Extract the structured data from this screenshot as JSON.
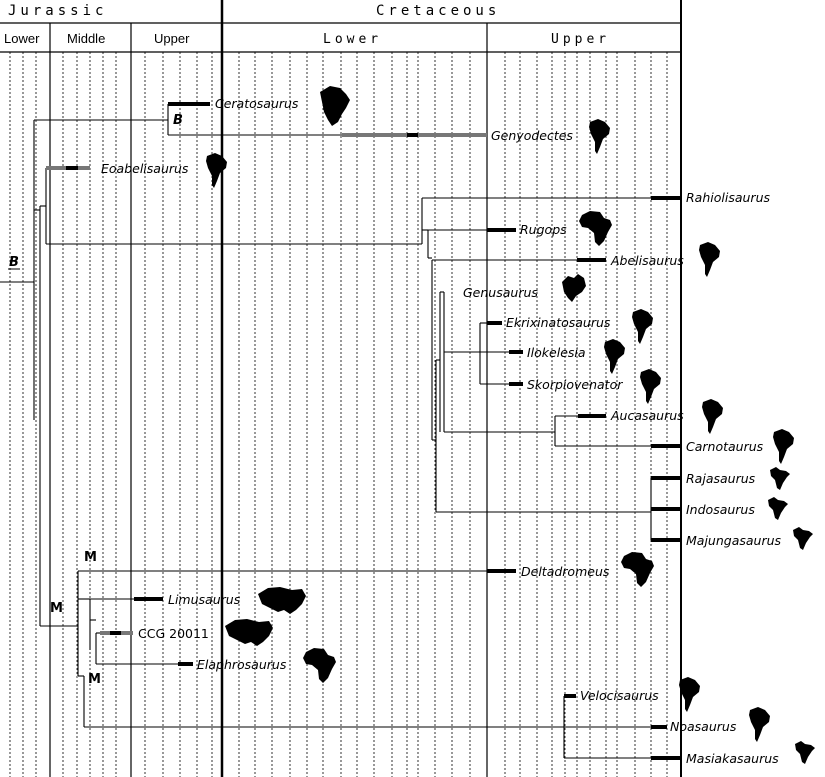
{
  "header": {
    "periods": [
      {
        "id": "jurassic",
        "label": "Jurassic"
      },
      {
        "id": "cretaceous",
        "label": "Cretaceous"
      }
    ],
    "epochs": [
      {
        "id": "jurassic-lower",
        "label": "Lower"
      },
      {
        "id": "jurassic-middle",
        "label": "Middle"
      },
      {
        "id": "jurassic-upper",
        "label": "Upper"
      },
      {
        "id": "cretaceous-lower",
        "label": "Lower"
      },
      {
        "id": "cretaceous-upper",
        "label": "Upper"
      }
    ]
  },
  "taxa": [
    {
      "label": "Ceratosaurus",
      "continent": "north-america"
    },
    {
      "label": "Genyodectes",
      "continent": "south-america"
    },
    {
      "label": "Eoabelisaurus",
      "continent": "south-america"
    },
    {
      "label": "Rahiolisaurus",
      "continent": ""
    },
    {
      "label": "Rugops",
      "continent": "africa"
    },
    {
      "label": "Abelisaurus",
      "continent": "south-america"
    },
    {
      "label": "Genusaurus",
      "continent": "europe"
    },
    {
      "label": "Ekrixinatosaurus",
      "continent": "south-america"
    },
    {
      "label": "Ilokelesia",
      "continent": "south-america"
    },
    {
      "label": "Skorpiovenator",
      "continent": "south-america"
    },
    {
      "label": "Aucasaurus",
      "continent": "south-america"
    },
    {
      "label": "Carnotaurus",
      "continent": "south-america"
    },
    {
      "label": "Rajasaurus",
      "continent": "india"
    },
    {
      "label": "Indosaurus",
      "continent": "india"
    },
    {
      "label": "Majungasaurus",
      "continent": "madagascar"
    },
    {
      "label": "Deltadromeus",
      "continent": "africa"
    },
    {
      "label": "Limusaurus",
      "continent": "asia"
    },
    {
      "label": "CCG 20011",
      "continent": "asia"
    },
    {
      "label": "Elaphrosaurus",
      "continent": "africa"
    },
    {
      "label": "Velocisaurus",
      "continent": "south-america"
    },
    {
      "label": "Noasaurus",
      "continent": "south-america"
    },
    {
      "label": "Masiakasaurus",
      "continent": "madagascar"
    }
  ],
  "node_labels": [
    {
      "label": "B",
      "style": "bold-italic"
    },
    {
      "label": "B",
      "style": "bold-italic"
    },
    {
      "label": "M",
      "style": "bold"
    },
    {
      "label": "M",
      "style": "bold"
    },
    {
      "label": "M",
      "style": "bold"
    }
  ]
}
